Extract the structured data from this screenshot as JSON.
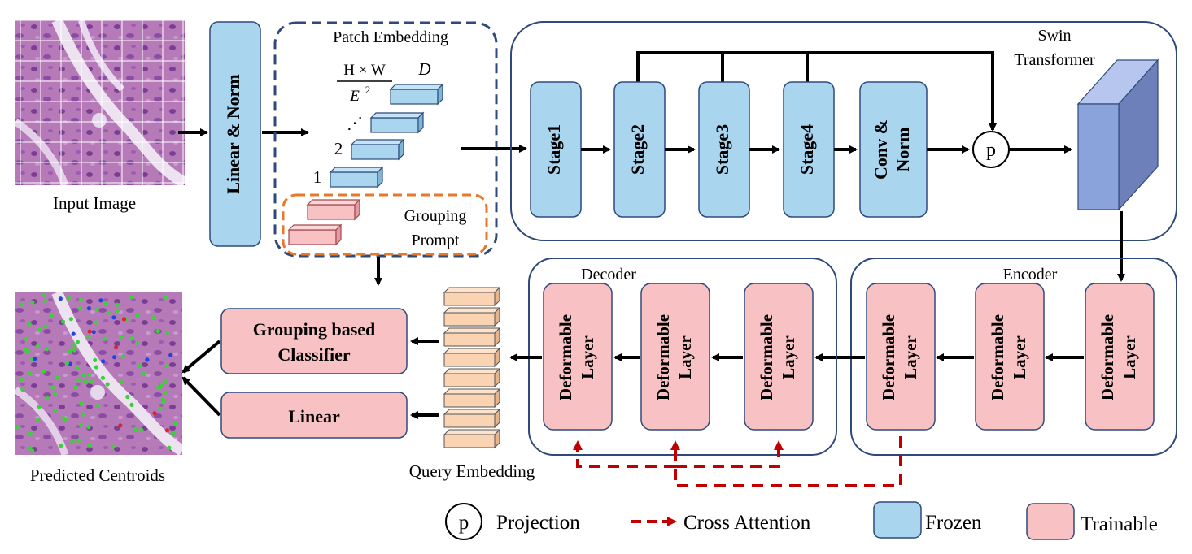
{
  "labels": {
    "input_image": "Input Image",
    "predicted_centroids": "Predicted Centroids",
    "linear_norm": "Linear & Norm",
    "patch_embedding": "Patch Embedding",
    "fraction_numerator": "H × W",
    "fraction_denominator_base": "E",
    "fraction_denominator_exp": "2",
    "dim_d": "D",
    "ellipsis": "⋰",
    "index_2": "2",
    "index_1": "1",
    "grouping_prompt_line1": "Grouping",
    "grouping_prompt_line2": "Prompt",
    "swin_line1": "Swin",
    "swin_line2": "Transformer",
    "stage1": "Stage1",
    "stage2": "Stage2",
    "stage3": "Stage3",
    "stage4": "Stage4",
    "conv_norm_line1": "Conv &",
    "conv_norm_line2": "Norm",
    "projection_symbol": "p",
    "decoder": "Decoder",
    "encoder": "Encoder",
    "deformable_line1": "Deformable",
    "deformable_line2": "Layer",
    "grouping_classifier_line1": "Grouping based",
    "grouping_classifier_line2": "Classifier",
    "linear": "Linear",
    "query_embedding": "Query Embedding"
  },
  "legend": {
    "projection_symbol": "p",
    "projection": "Projection",
    "cross_attention": "Cross Attention",
    "frozen": "Frozen",
    "trainable": "Trainable"
  },
  "colors": {
    "frozen": "#a9d5ef",
    "trainable": "#f8c1c3",
    "query": "#fad3b2",
    "container_border": "#2f4a7a",
    "patch_dash": "#2f4a7a",
    "prompt_dash": "#e8782a",
    "cross_attention": "#c00000",
    "tissue": "#b77ab8",
    "cube_front": "#8aa3da",
    "cube_side": "#6d80b9",
    "cube_top": "#b7c6ee"
  }
}
